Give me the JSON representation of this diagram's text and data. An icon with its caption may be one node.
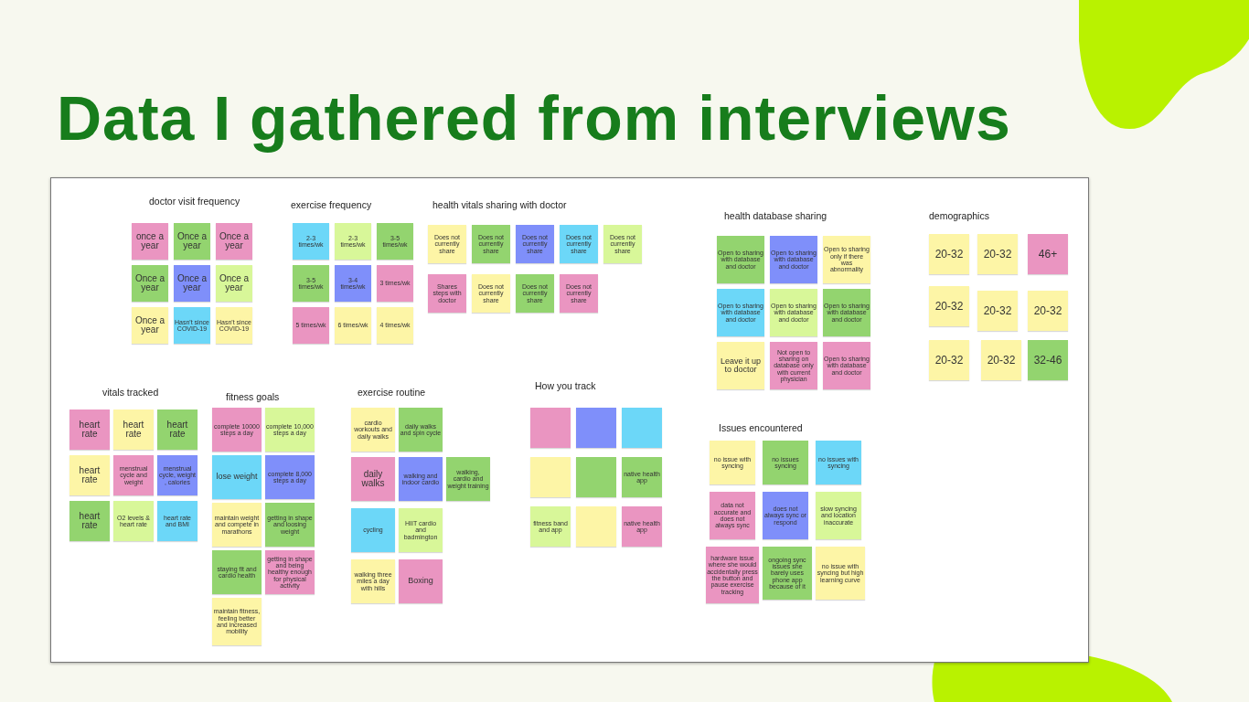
{
  "diagram": {
    "title": "Data I gathered from interviews",
    "nodes": [
      {
        "text": [
          "once a year"
        ]
      },
      {
        "text": [
          "Once a year"
        ]
      },
      {
        "text": [
          "Once a year"
        ]
      },
      {
        "text": [
          "Once a year"
        ]
      },
      {
        "text": [
          "Once a year"
        ]
      },
      {
        "text": [
          "Once a year"
        ]
      },
      {
        "text": [
          "Once a year"
        ]
      },
      {
        "text": [
          "Hasn't since COVID-19"
        ]
      },
      {
        "text": [
          "Hasn't since COVID-19"
        ]
      },
      {
        "text": [
          "2-3 times/wk"
        ]
      },
      {
        "text": [
          "2-3 times/wk"
        ]
      },
      {
        "text": [
          "3-5 times/wk"
        ]
      },
      {
        "text": [
          "3-5 times/wk"
        ]
      },
      {
        "text": [
          "3-4 times/wk"
        ]
      },
      {
        "text": [
          "3 times/wk"
        ]
      },
      {
        "text": [
          "5 times/wk"
        ]
      },
      {
        "text": [
          "6 times/wk"
        ]
      },
      {
        "text": [
          "4 times/wk"
        ]
      },
      {
        "text": [
          "Does not currently share"
        ]
      },
      {
        "text": [
          "Does not currently share"
        ]
      },
      {
        "text": [
          "Does not currently share"
        ]
      },
      {
        "text": [
          "Does not currently share"
        ]
      },
      {
        "text": [
          "Does not currently share"
        ]
      },
      {
        "text": [
          "Shares steps with doctor"
        ]
      },
      {
        "text": [
          "Does not currently share"
        ]
      },
      {
        "text": [
          "Does not currently share"
        ]
      },
      {
        "text": [
          "Does not currently share"
        ]
      },
      {
        "text": [
          "Open to sharing with database and doctor"
        ]
      },
      {
        "text": [
          "Open to sharing with database and doctor"
        ]
      },
      {
        "text": [
          "Open to sharing only if there was abnormality"
        ]
      },
      {
        "text": [
          "Open to sharing with database and doctor"
        ]
      },
      {
        "text": [
          "Open to sharing with database and doctor"
        ]
      },
      {
        "text": [
          "Open to sharing with database and doctor"
        ]
      },
      {
        "text": [
          "Leave it up to doctor"
        ]
      },
      {
        "text": [
          "Not open to sharing on database only with current physician"
        ]
      },
      {
        "text": [
          "Open to sharing with database and doctor"
        ]
      },
      {
        "text": [
          "20-32"
        ]
      },
      {
        "text": [
          "20-32"
        ]
      },
      {
        "text": [
          "46+"
        ]
      },
      {
        "text": [
          "20-32"
        ]
      },
      {
        "text": [
          "20-32"
        ]
      },
      {
        "text": [
          "20-32"
        ]
      },
      {
        "text": [
          "20-32"
        ]
      },
      {
        "text": [
          "20-32"
        ]
      },
      {
        "text": [
          "32-46"
        ]
      },
      {
        "text": [
          "heart rate"
        ]
      },
      {
        "text": [
          "heart rate"
        ]
      },
      {
        "text": [
          "heart rate"
        ]
      },
      {
        "text": [
          "heart rate"
        ]
      },
      {
        "text": [
          "menstrual cycle and weight"
        ]
      },
      {
        "text": [
          "menstrual cycle, weight , calories"
        ]
      },
      {
        "text": [
          "heart rate"
        ]
      },
      {
        "text": [
          "O2 levels & heart rate"
        ]
      },
      {
        "text": [
          "heart rate and BMI"
        ]
      },
      {
        "text": [
          "complete 10000 steps a day"
        ]
      },
      {
        "text": [
          "complete 10,000 steps a day"
        ]
      },
      {
        "text": [
          "lose weight"
        ]
      },
      {
        "text": [
          "complete 8,000 steps a day"
        ]
      },
      {
        "text": [
          "maintain weight and compete in marathons"
        ]
      },
      {
        "text": [
          "getting in shape and loosing weight"
        ]
      },
      {
        "text": [
          "staying fit and cardio health"
        ]
      },
      {
        "text": [
          "getting in shape and being healthy enough for physical activity"
        ]
      },
      {
        "text": [
          "maintain fitness, feeling better and increased mobility"
        ]
      },
      {
        "text": [
          "cardio workouts and daily walks"
        ]
      },
      {
        "text": [
          "daily walks and spin cycle"
        ]
      },
      {
        "text": [
          "daily walks"
        ]
      },
      {
        "text": [
          "walking and indoor cardio"
        ]
      },
      {
        "text": [
          "walking, cardio and weight training"
        ]
      },
      {
        "text": [
          "cycling"
        ]
      },
      {
        "text": [
          "HIIT cardio and badmington"
        ]
      },
      {
        "text": [
          "walking three miles a day with hills"
        ]
      },
      {
        "text": [
          "Boxing"
        ]
      },
      {
        "text": [],
        "shape": "box"
      },
      {
        "text": [],
        "shape": "box"
      },
      {
        "text": [],
        "shape": "box"
      },
      {
        "text": [],
        "shape": "box"
      },
      {
        "text": [],
        "shape": "box"
      },
      {
        "text": [
          "native health app"
        ]
      },
      {
        "text": [
          "fitness band and app"
        ]
      },
      {
        "text": [],
        "shape": "box"
      },
      {
        "text": [
          "native health app"
        ]
      },
      {
        "text": [
          "no issue with syncing"
        ]
      },
      {
        "text": [
          "no issues syncing"
        ]
      },
      {
        "text": [
          "no issues with syncing"
        ]
      },
      {
        "text": [
          "data not accurate and does not always sync"
        ]
      },
      {
        "text": [
          "does not always sync or respond"
        ]
      },
      {
        "text": [
          "slow syncing and location inaccurate"
        ]
      },
      {
        "text": [
          "hardware issue where she would accidentally press the button and pause exercise tracking"
        ]
      },
      {
        "text": [
          "ongoing sync issues she barely uses phone app because of it"
        ]
      },
      {
        "text": [
          "no issue with syncing but high learning curve"
        ]
      }
    ],
    "labels": [
      "doctor visit frequency",
      "exercise frequency",
      "health vitals sharing with doctor",
      "health database sharing",
      "demographics",
      "vitals tracked",
      "fitness goals",
      "exercise routine",
      "How you track",
      "Issues encountered"
    ]
  }
}
